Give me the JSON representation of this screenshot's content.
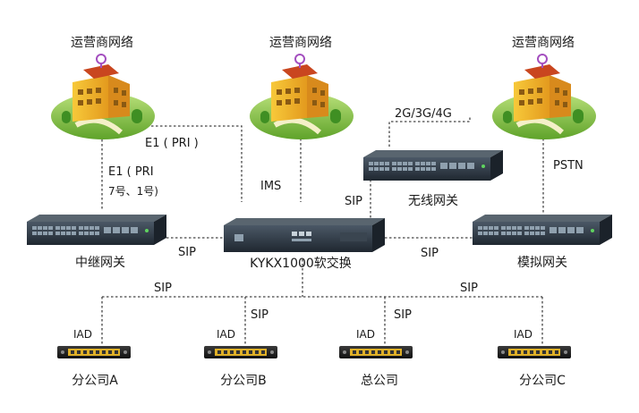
{
  "carrier_networks": [
    {
      "label": "运营商网络"
    },
    {
      "label": "运营商网络"
    },
    {
      "label": "运营商网络"
    }
  ],
  "links": {
    "e1_pri_top": "E1 ( PRI )",
    "e1_pri_left_line1": "E1 ( PRI",
    "e1_pri_left_line2": "7号、1号)",
    "ims": "IMS",
    "cellular": "2G/3G/4G",
    "pstn": "PSTN",
    "sip_wireless": "SIP",
    "sip_trunk": "SIP",
    "sip_analog": "SIP",
    "sip_branch_a": "SIP",
    "sip_branch_b": "SIP",
    "sip_hq": "SIP",
    "sip_branch_c": "SIP"
  },
  "devices": {
    "trunk_gateway": "中继网关",
    "softswitch": "KYKX1000软交换",
    "wireless_gateway": "无线网关",
    "analog_gateway": "模拟网关"
  },
  "offices": [
    {
      "iad": "IAD",
      "label": "分公司A"
    },
    {
      "iad": "IAD",
      "label": "分公司B"
    },
    {
      "iad": "IAD",
      "label": "总公司"
    },
    {
      "iad": "IAD",
      "label": "分公司C"
    }
  ],
  "colors": {
    "building": "#f2b51e",
    "building_shade": "#d4801a",
    "grass": "#86c23a",
    "device_body": "#2f3a46",
    "device_ports": "#5b6d7c",
    "iad_panel": "#e0b027",
    "connector": "#444444"
  }
}
